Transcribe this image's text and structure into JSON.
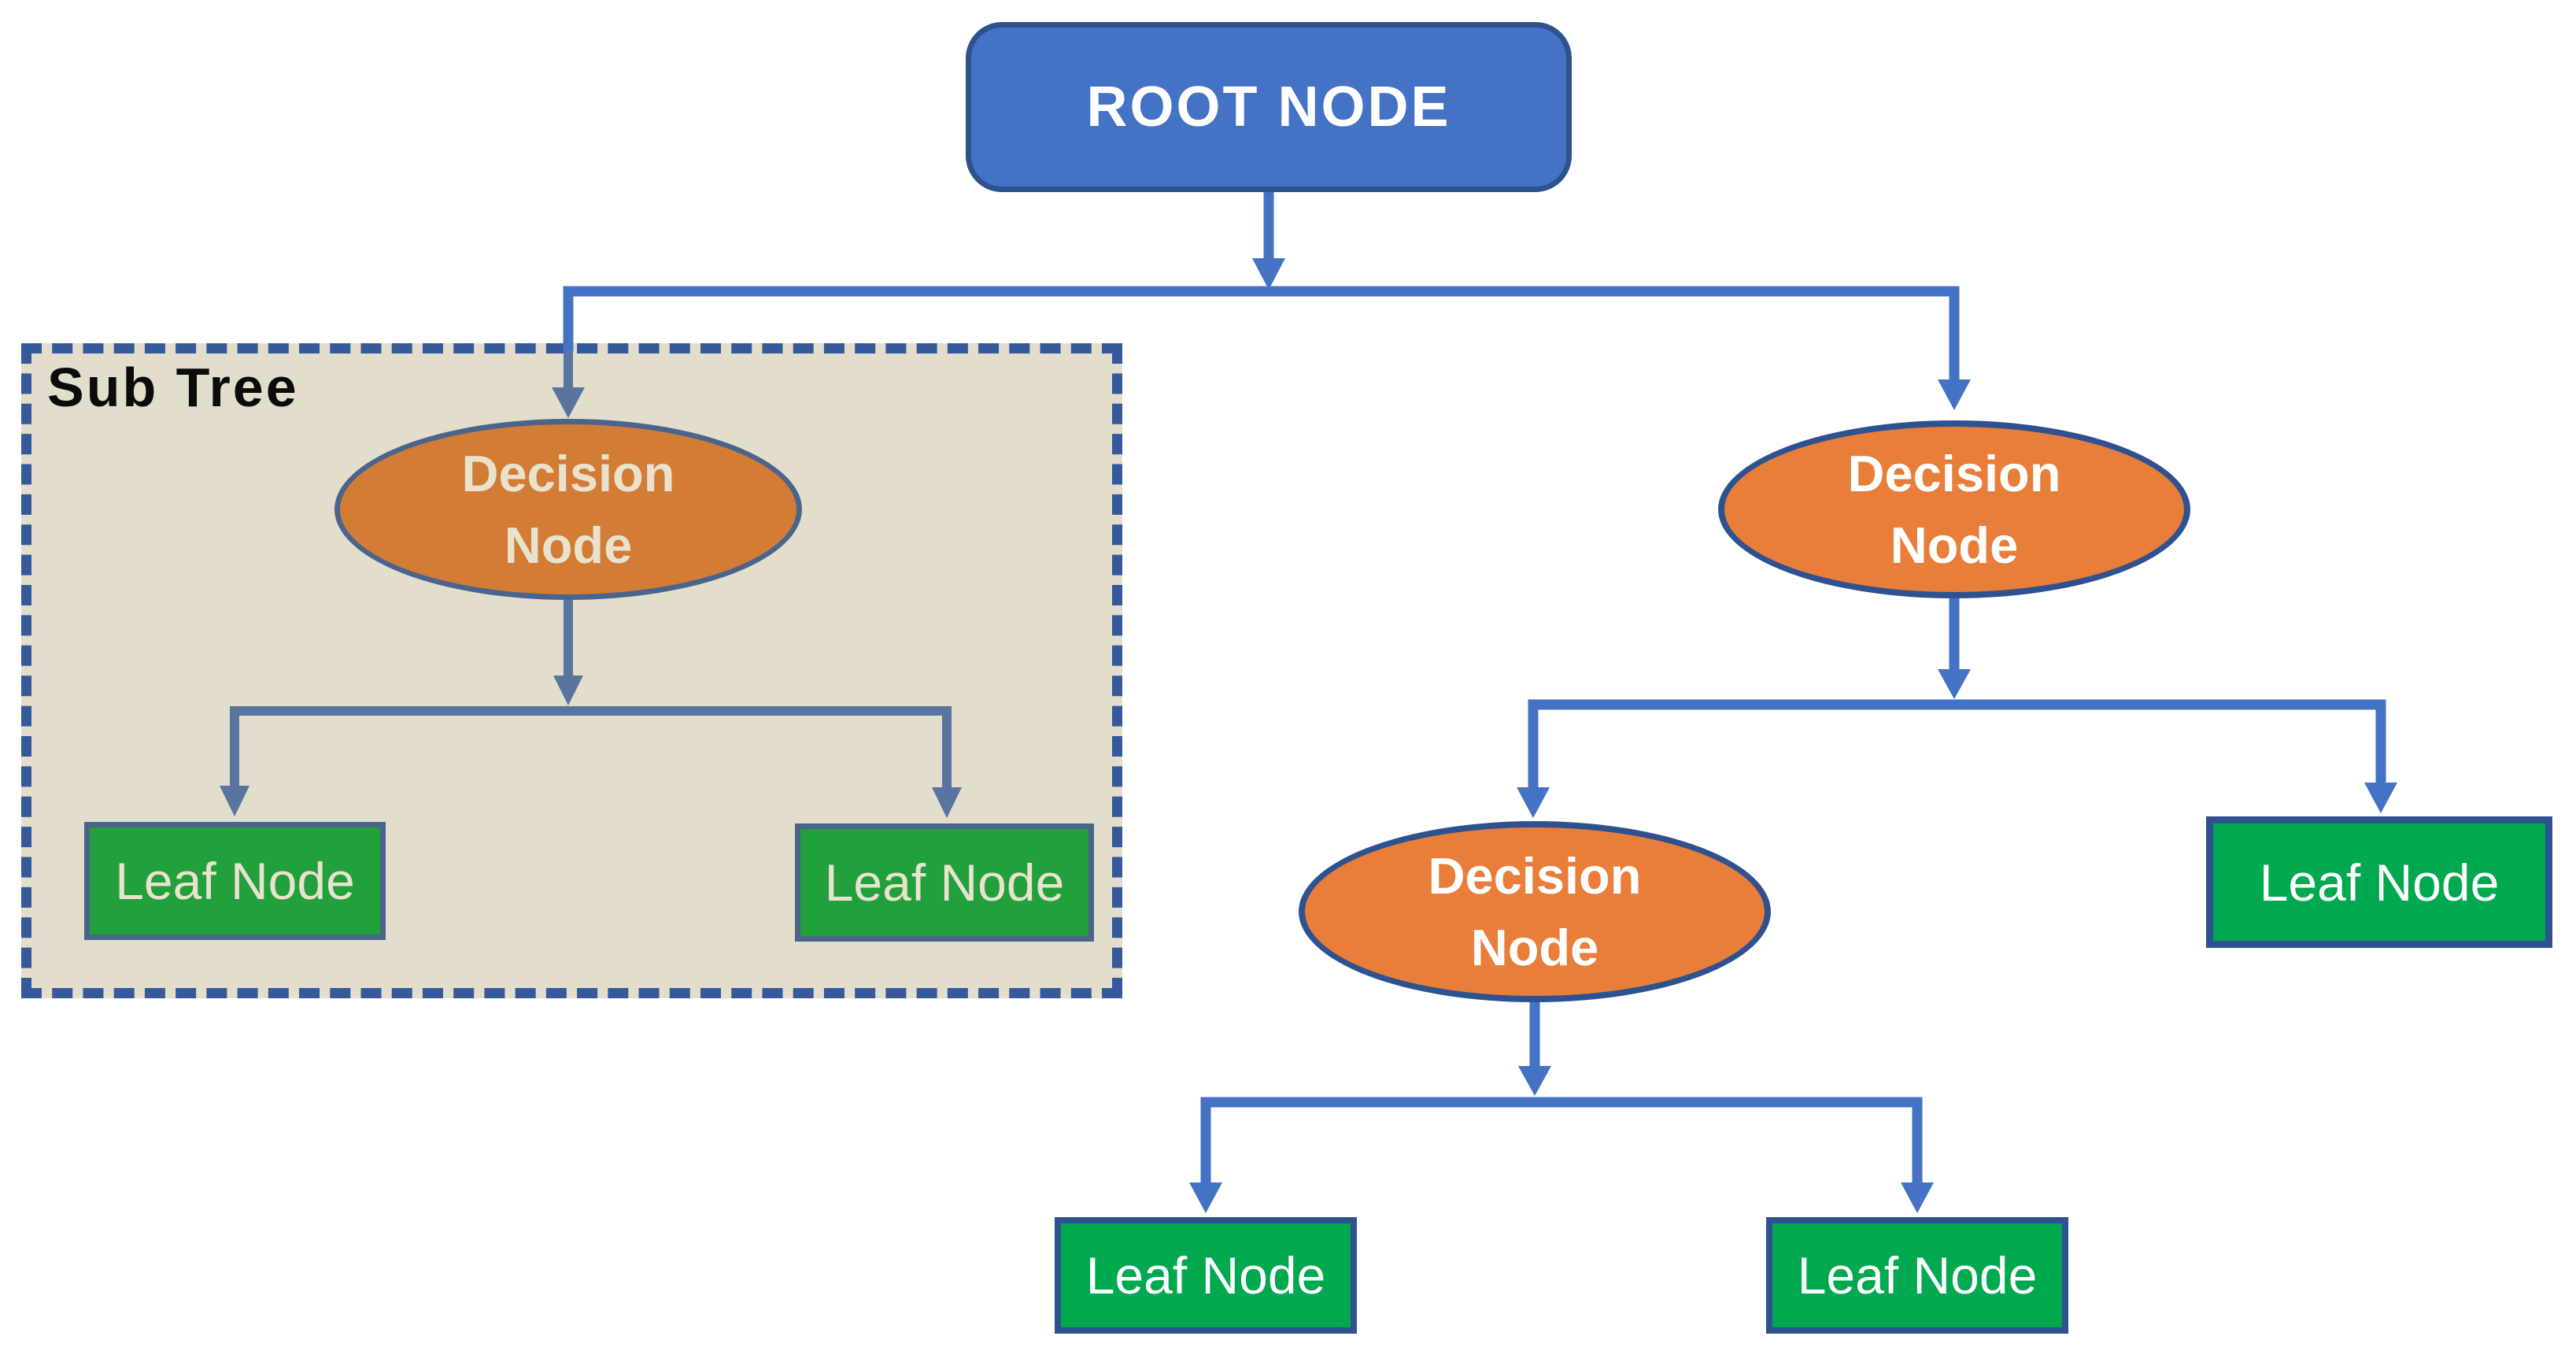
{
  "diagram": {
    "root": {
      "label": "ROOT NODE"
    },
    "subtree": {
      "label": "Sub Tree"
    },
    "decision_nodes": [
      {
        "id": "subtree-decision",
        "label": "Decision Node"
      },
      {
        "id": "right-decision",
        "label": "Decision Node"
      },
      {
        "id": "middle-decision",
        "label": "Decision Node"
      }
    ],
    "leaf_nodes": [
      {
        "id": "subtree-leaf-1",
        "label": "Leaf Node"
      },
      {
        "id": "subtree-leaf-2",
        "label": "Leaf Node"
      },
      {
        "id": "right-leaf",
        "label": "Leaf Node"
      },
      {
        "id": "bottom-leaf-left",
        "label": "Leaf Node"
      },
      {
        "id": "bottom-leaf-right",
        "label": "Leaf Node"
      }
    ]
  },
  "colors": {
    "arrow_blue": "#4472C4",
    "arrow_muted": "#5A74A0",
    "root_fill": "#4472C4",
    "root_border": "#2F528F",
    "node_border": "#2E5190",
    "muted_border": "#4A648C",
    "decision_fill": "#E87E39",
    "decision_fill_muted": "#D27C36",
    "leaf_fill": "#00A850",
    "leaf_fill_muted": "#21A03C",
    "subtree_bg": "#E3DECB",
    "subtree_border": "#35599A",
    "text_light": "#FFFFFF",
    "text_cream": "#E9E3CE",
    "label_dark": "#0B0B0B"
  }
}
